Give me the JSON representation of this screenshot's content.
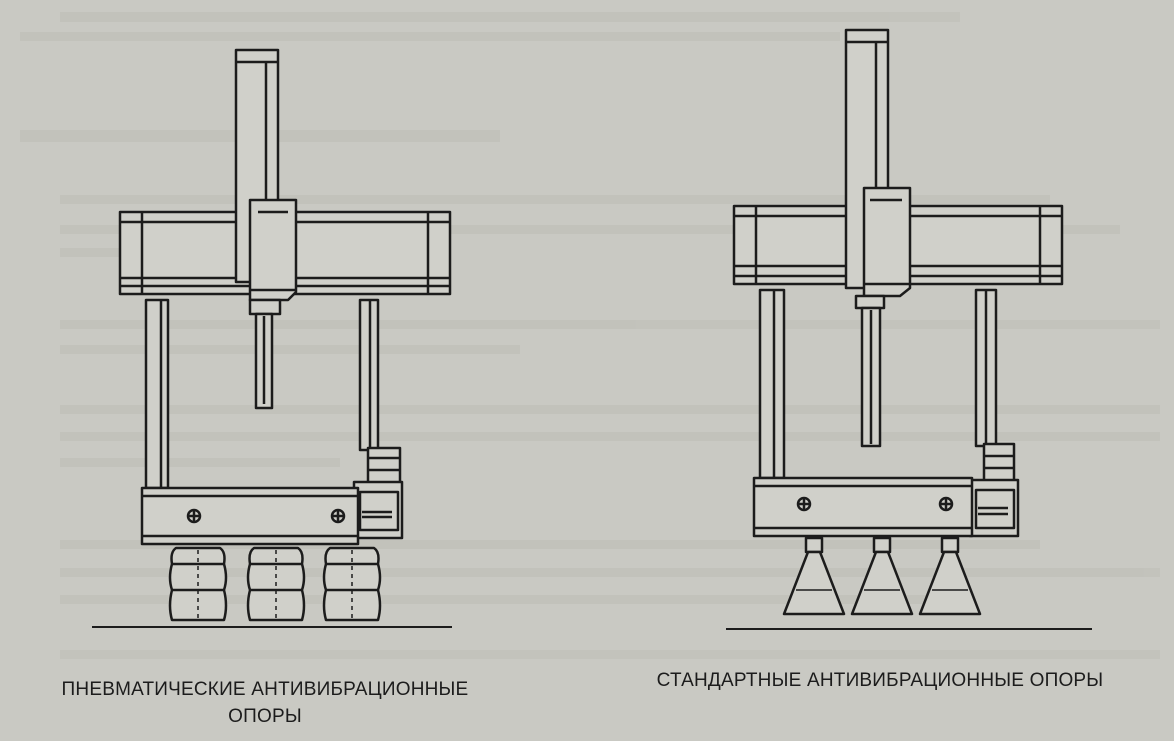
{
  "captions": {
    "left_line1": "ПНЕВМАТИЧЕСКИЕ АНТИВИБРАЦИОННЫЕ",
    "left_line2": "ОПОРЫ",
    "right": "СТАНДАРТНЫЕ АНТИВИБРАЦИОННЫЕ ОПОРЫ"
  },
  "colors": {
    "paper": "#c9c9c3",
    "ink": "#1c1c1c",
    "panel_fill": "#d0d0ca"
  }
}
